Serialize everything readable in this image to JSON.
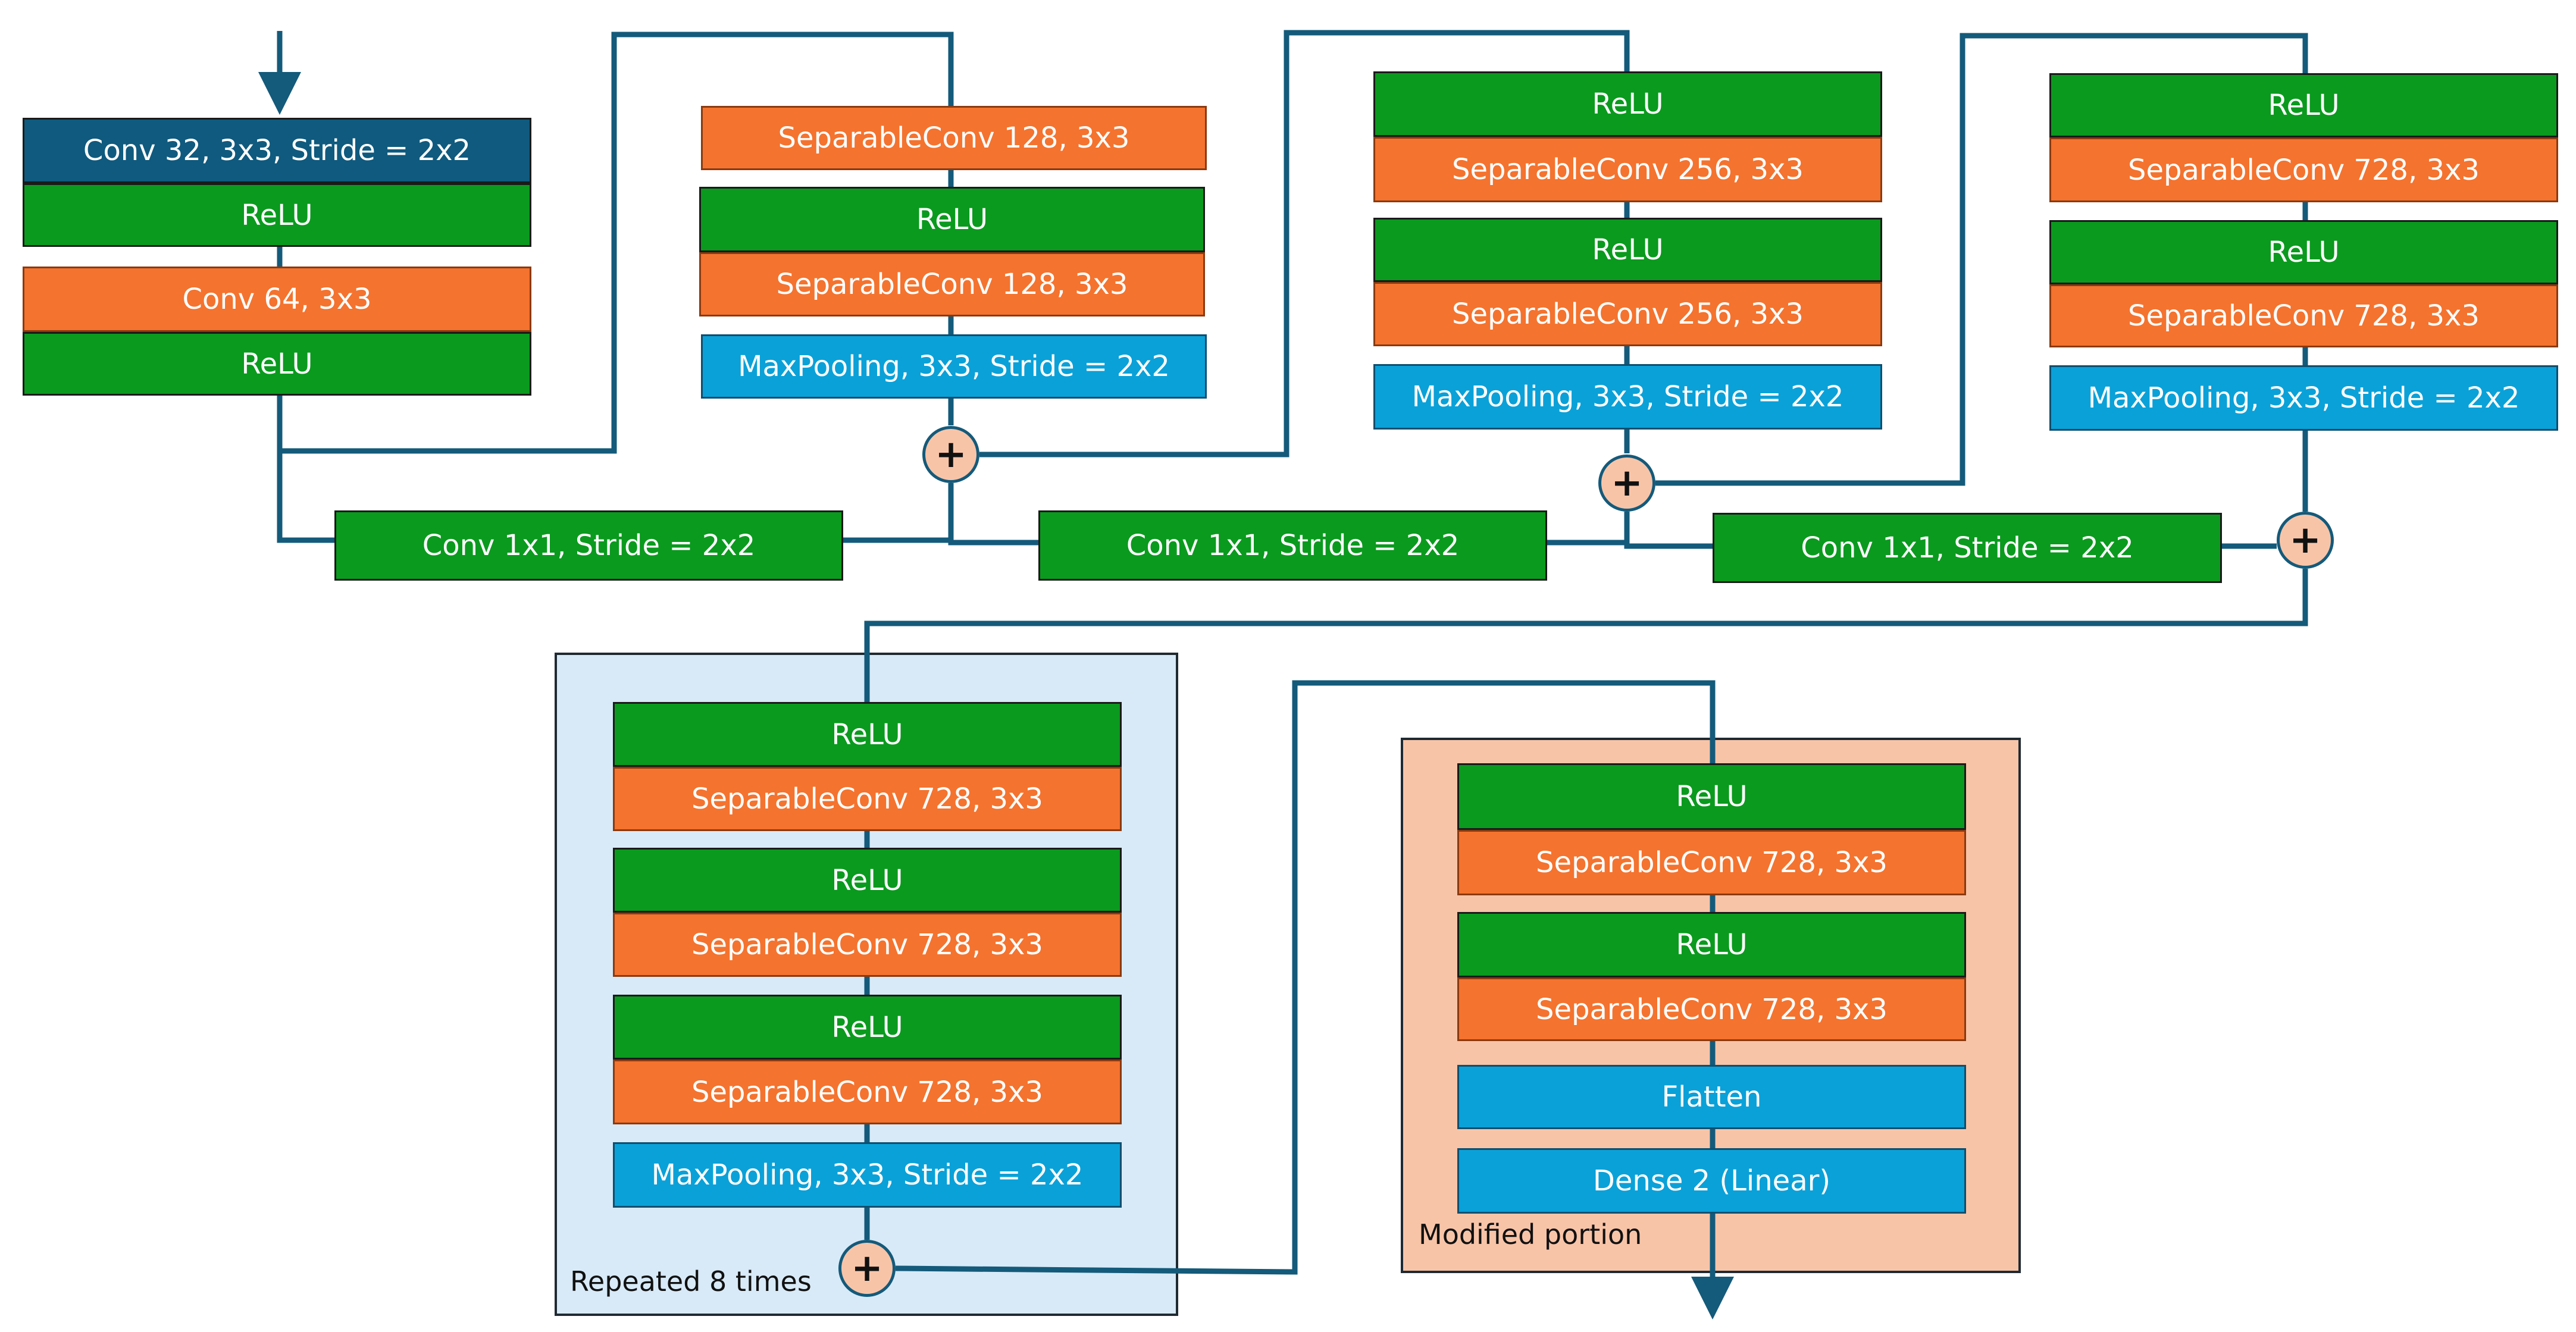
{
  "colors": {
    "relu": "#0a9a1e",
    "separable_conv": "#f4732e",
    "pooling_dense": "#0aa1d8",
    "first_conv": "#0f5a7e",
    "wire": "#145a7a",
    "adder_fill": "#f8c4a8",
    "repeated_panel": "#d8eaf8",
    "modified_panel": "#f8c4a8"
  },
  "entry": {
    "conv32": "Conv 32, 3x3, Stride = 2x2",
    "relu_a": "ReLU",
    "conv64": "Conv 64, 3x3",
    "relu_b": "ReLU"
  },
  "block1": {
    "sep1": "SeparableConv 128, 3x3",
    "relu": "ReLU",
    "sep2": "SeparableConv 128, 3x3",
    "pool": "MaxPooling,  3x3, Stride = 2x2",
    "shortcut": "Conv 1x1, Stride = 2x2"
  },
  "block2": {
    "relu1": "ReLU",
    "sep1": "SeparableConv 256, 3x3",
    "relu2": "ReLU",
    "sep2": "SeparableConv 256, 3x3",
    "pool": "MaxPooling,  3x3, Stride = 2x2",
    "shortcut": "Conv 1x1, Stride = 2x2"
  },
  "block3": {
    "relu1": "ReLU",
    "sep1": "SeparableConv 728, 3x3",
    "relu2": "ReLU",
    "sep2": "SeparableConv 728, 3x3",
    "pool": "MaxPooling,  3x3, Stride = 2x2",
    "shortcut": "Conv 1x1, Stride = 2x2"
  },
  "middle": {
    "caption": "Repeated 8 times",
    "relu1": "ReLU",
    "sep1": "SeparableConv 728, 3x3",
    "relu2": "ReLU",
    "sep2": "SeparableConv 728, 3x3",
    "relu3": "ReLU",
    "sep3": "SeparableConv 728, 3x3",
    "pool": "MaxPooling, 3x3, Stride = 2x2"
  },
  "exit": {
    "caption": "Modified portion",
    "relu1": "ReLU",
    "sep1": "SeparableConv 728, 3x3",
    "relu2": "ReLU",
    "sep2": "SeparableConv 728, 3x3",
    "flatten": "Flatten",
    "dense": "Dense 2 (Linear)"
  },
  "adder_symbol": "+"
}
